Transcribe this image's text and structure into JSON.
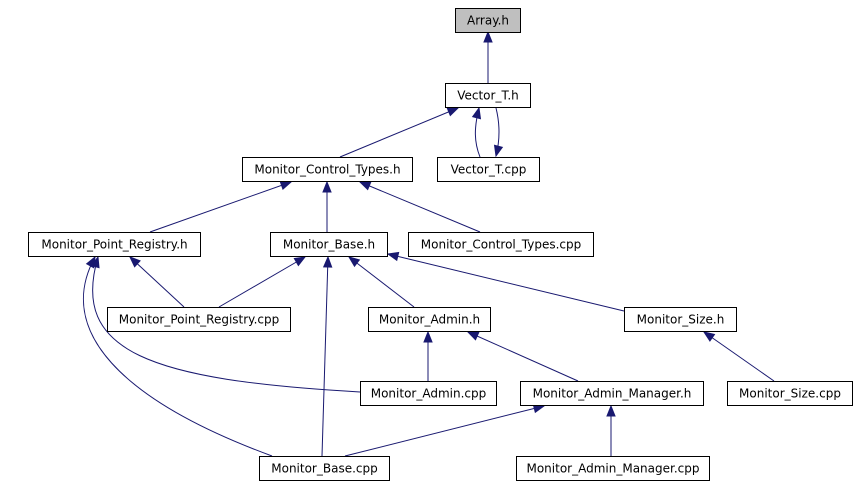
{
  "diagram": {
    "colors": {
      "edge": "#191970",
      "node_fill": "#ffffff",
      "highlight_fill": "#bfbfbf",
      "node_stroke": "#000000"
    },
    "nodes": [
      {
        "id": "array_h",
        "label": "Array.h",
        "highlighted": true
      },
      {
        "id": "vector_t_h",
        "label": "Vector_T.h"
      },
      {
        "id": "vector_t_cpp",
        "label": "Vector_T.cpp"
      },
      {
        "id": "monitor_control_types_h",
        "label": "Monitor_Control_Types.h"
      },
      {
        "id": "monitor_point_registry_h",
        "label": "Monitor_Point_Registry.h"
      },
      {
        "id": "monitor_base_h",
        "label": "Monitor_Base.h"
      },
      {
        "id": "monitor_control_types_cpp",
        "label": "Monitor_Control_Types.cpp"
      },
      {
        "id": "monitor_point_registry_cpp",
        "label": "Monitor_Point_Registry.cpp"
      },
      {
        "id": "monitor_admin_h",
        "label": "Monitor_Admin.h"
      },
      {
        "id": "monitor_size_h",
        "label": "Monitor_Size.h"
      },
      {
        "id": "monitor_admin_cpp",
        "label": "Monitor_Admin.cpp"
      },
      {
        "id": "monitor_admin_manager_h",
        "label": "Monitor_Admin_Manager.h"
      },
      {
        "id": "monitor_size_cpp",
        "label": "Monitor_Size.cpp"
      },
      {
        "id": "monitor_base_cpp",
        "label": "Monitor_Base.cpp"
      },
      {
        "id": "monitor_admin_manager_cpp",
        "label": "Monitor_Admin_Manager.cpp"
      }
    ],
    "edges": [
      {
        "from": "vector_t_h",
        "to": "array_h"
      },
      {
        "from": "vector_t_cpp",
        "to": "vector_t_h"
      },
      {
        "from": "vector_t_h",
        "to": "vector_t_cpp"
      },
      {
        "from": "monitor_control_types_h",
        "to": "vector_t_h"
      },
      {
        "from": "monitor_point_registry_h",
        "to": "monitor_control_types_h"
      },
      {
        "from": "monitor_base_h",
        "to": "monitor_control_types_h"
      },
      {
        "from": "monitor_control_types_cpp",
        "to": "monitor_control_types_h"
      },
      {
        "from": "monitor_point_registry_cpp",
        "to": "monitor_point_registry_h"
      },
      {
        "from": "monitor_admin_cpp",
        "to": "monitor_point_registry_h"
      },
      {
        "from": "monitor_base_cpp",
        "to": "monitor_point_registry_h"
      },
      {
        "from": "monitor_point_registry_cpp",
        "to": "monitor_base_h"
      },
      {
        "from": "monitor_admin_h",
        "to": "monitor_base_h"
      },
      {
        "from": "monitor_base_cpp",
        "to": "monitor_base_h"
      },
      {
        "from": "monitor_size_h",
        "to": "monitor_base_h"
      },
      {
        "from": "monitor_admin_cpp",
        "to": "monitor_admin_h"
      },
      {
        "from": "monitor_admin_manager_h",
        "to": "monitor_admin_h"
      },
      {
        "from": "monitor_size_cpp",
        "to": "monitor_size_h"
      },
      {
        "from": "monitor_base_cpp",
        "to": "monitor_admin_manager_h"
      },
      {
        "from": "monitor_admin_manager_cpp",
        "to": "monitor_admin_manager_h"
      }
    ]
  }
}
